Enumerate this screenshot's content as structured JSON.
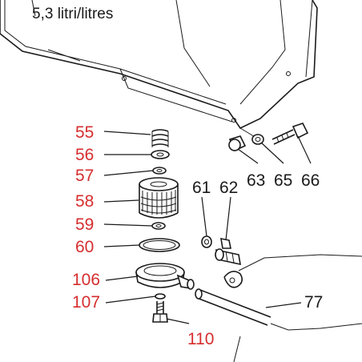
{
  "tank_caption": "5,3 litri/litres",
  "colors": {
    "red_label": "#d62e2e",
    "black_label": "#1a1a1a"
  },
  "labels_red": [
    "55",
    "56",
    "57",
    "58",
    "59",
    "60",
    "106",
    "107",
    "110"
  ],
  "labels_black": [
    "61",
    "62",
    "63",
    "65",
    "66",
    "77"
  ]
}
